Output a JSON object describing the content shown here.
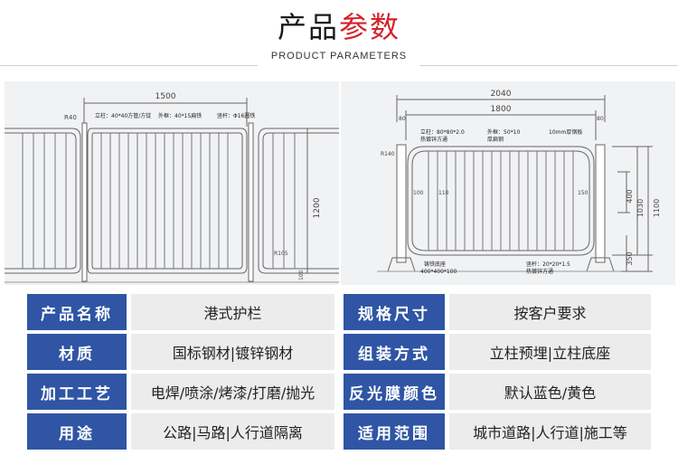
{
  "header": {
    "title_part1": "产品",
    "title_part2": "参数",
    "subtitle": "PRODUCT PARAMETERS",
    "title_color": "#1a1a1a",
    "accent_color": "#d2232a"
  },
  "drawing_left": {
    "dim_width": "1500",
    "dim_height": "1200",
    "dim_bottom": "100",
    "radius_top": "R40",
    "radius_bottom": "R105",
    "note_post": "立柱：40*40方管/方锭",
    "note_frame": "外框：40*15扁铁",
    "note_bar": "竖杆：Φ16圆铁"
  },
  "drawing_right": {
    "dim_total": "2040",
    "dim_inner": "1800",
    "dim_80_left": "80",
    "dim_80_right": "80",
    "radius": "R140",
    "note_post": "立柱：80*80*2.0",
    "note_post2": "热镀锌方通",
    "note_frame": "外框：50*10",
    "note_frame2": "厚扁钢",
    "note_plate": "10mm厚钢板",
    "dim_100": "100",
    "dim_110": "110",
    "dim_150": "150",
    "dim_400": "400",
    "dim_1030": "1030",
    "dim_1100": "1100",
    "dim_350": "350",
    "note_base": "铸铁底座",
    "note_base2": "400*400*100",
    "note_bar": "竖杆：20*20*1.5",
    "note_bar2": "热镀锌方通"
  },
  "table": {
    "label_color": "#2f55a4",
    "value_color": "#ececec",
    "rows": [
      {
        "l1": "产品名称",
        "v1": "港式护栏",
        "l2": "规格尺寸",
        "v2": "按客户要求"
      },
      {
        "l1": "材质",
        "v1": "国标钢材|镀锌钢材",
        "l2": "组装方式",
        "v2": "立柱预埋|立柱底座"
      },
      {
        "l1": "加工工艺",
        "v1": "电焊/喷涂/烤漆/打磨/抛光",
        "l2": "反光膜颜色",
        "v2": "默认蓝色/黄色"
      },
      {
        "l1": "用途",
        "v1": "公路|马路|人行道隔离",
        "l2": "适用范围",
        "v2": "城市道路|人行道|施工等"
      }
    ]
  }
}
